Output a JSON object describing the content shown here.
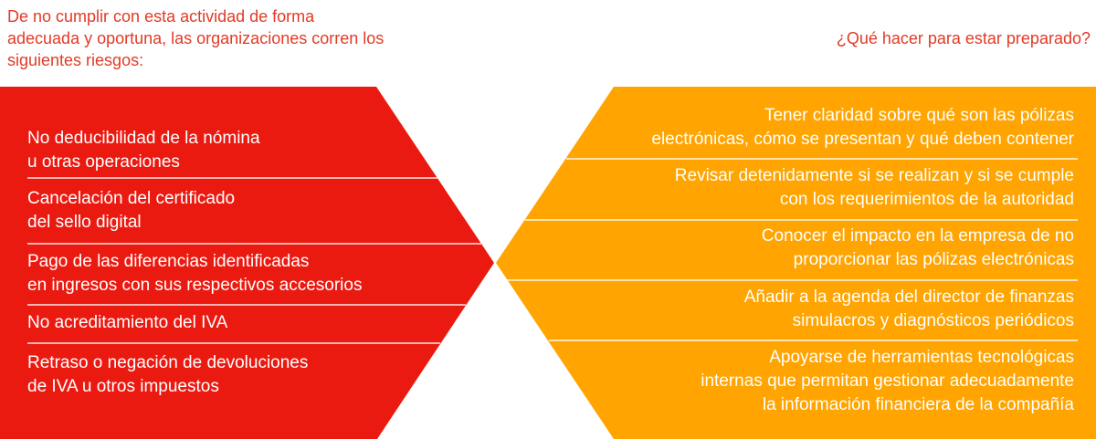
{
  "header": {
    "left": "De no cumplir con esta actividad de forma adecuada y oportuna, las organizaciones corren los siguientes riesgos:",
    "right": "¿Qué hacer para estar preparado?"
  },
  "colors": {
    "risks": "#eb1a11",
    "actions": "#ffa400",
    "header_text": "#e23a26"
  },
  "risks": [
    "No deducibilidad de la nómina\nu otras operaciones",
    "Cancelación del certificado\ndel sello digital",
    "Pago de las diferencias identificadas\nen ingresos con sus respectivos accesorios",
    "No acreditamiento del IVA",
    "Retraso o negación de devoluciones\nde IVA u otros impuestos"
  ],
  "actions": [
    "Tener claridad sobre qué son las pólizas\nelectrónicas, cómo se presentan y qué deben contener",
    "Revisar detenidamente si se realizan y si se cumple\ncon los requerimientos de la autoridad",
    "Conocer el impacto en la empresa de no\nproporcionar las pólizas electrónicas",
    "Añadir a la agenda del director de finanzas\nsimulacros y diagnósticos periódicos",
    "Apoyarse de herramientas tecnológicas\ninternas que permitan gestionar adecuadamente\nla información financiera de la compañía"
  ]
}
